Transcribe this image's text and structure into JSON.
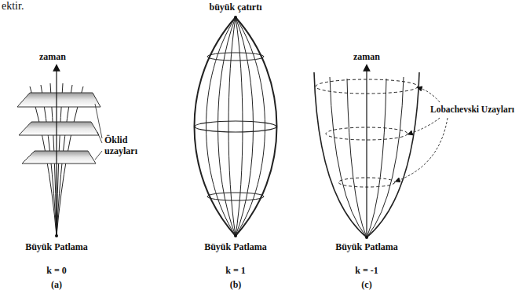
{
  "diagram": {
    "labels": [
      "ektir.",
      "zaman",
      "Öklid uzayları",
      "Büyük Patlama",
      "k = 0",
      "(a)",
      "büyük çatırtı",
      "Büyük Patlama",
      "k = 1",
      "(b)",
      "zaman",
      "Lobachevski Uzayları",
      "Büyük Patlama",
      "k = -1",
      "(c)"
    ]
  }
}
